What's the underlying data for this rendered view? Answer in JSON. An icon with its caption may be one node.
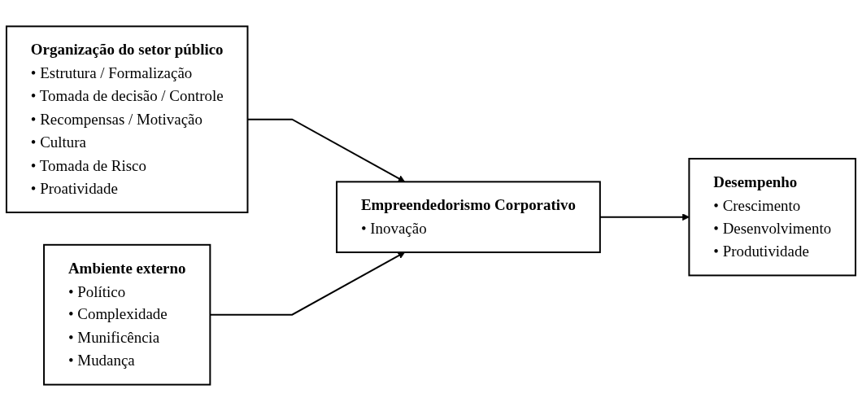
{
  "diagram": {
    "nodes": [
      {
        "text": [
          "Organização do setor público",
          "• Estrutura / Formalização",
          "• Tomada de decisão / Controle",
          "• Recompensas / Motivação",
          "• Cultura",
          "• Tomada de Risco",
          "• Proatividade"
        ]
      },
      {
        "text": [
          "Ambiente externo",
          "• Político",
          "• Complexidade",
          "• Munificência",
          "• Mudança"
        ]
      },
      {
        "text": [
          "Empreendedorismo Corporativo",
          "• Inovação"
        ]
      },
      {
        "text": [
          "Desempenho",
          "• Crescimento",
          "• Desenvolvimento",
          "• Produtividade"
        ]
      }
    ],
    "edges": [
      {
        "from": 0,
        "to": 2,
        "arrow": "to"
      },
      {
        "from": 1,
        "to": 2,
        "arrow": "to"
      },
      {
        "from": 2,
        "to": 3,
        "arrow": "to"
      }
    ]
  }
}
